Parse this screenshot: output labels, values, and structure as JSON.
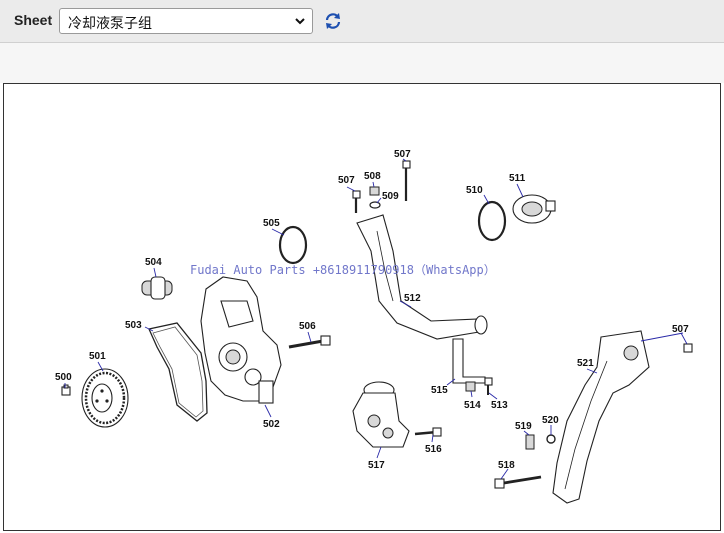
{
  "toolbar": {
    "sheet_label": "Sheet",
    "selected_sheet": "冷却液泵子组",
    "refresh_icon": "refresh-icon",
    "chevron_icon": "chevron-down-icon"
  },
  "diagram": {
    "watermark": "Fudai Auto Parts +8618911790918（WhatsApp）",
    "callouts": [
      "500",
      "501",
      "502",
      "503",
      "504",
      "505",
      "506",
      "507",
      "508",
      "509",
      "507",
      "510",
      "511",
      "512",
      "513",
      "514",
      "515",
      "516",
      "517",
      "518",
      "519",
      "520",
      "521",
      "507"
    ]
  }
}
